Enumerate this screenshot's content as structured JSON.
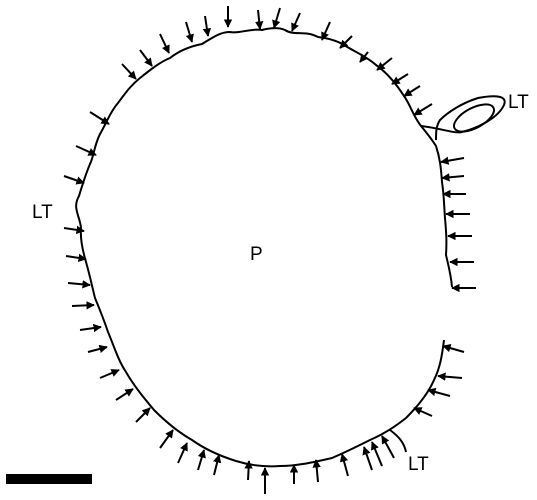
{
  "labels": {
    "center": "P",
    "lt_right_top": "LT",
    "lt_left": "LT",
    "lt_bottom": "LT"
  },
  "colors": {
    "line": "#000000",
    "background": "#ffffff"
  }
}
